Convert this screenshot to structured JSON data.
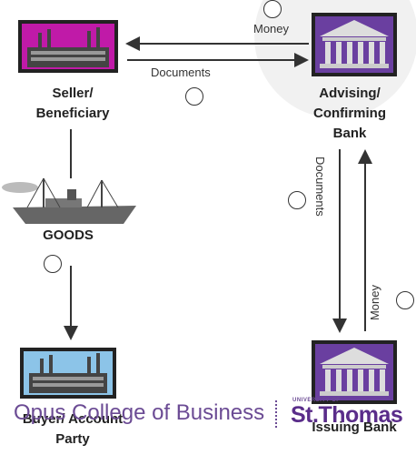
{
  "parties": {
    "seller": "Seller/\nBeneficiary",
    "advising_bank": "Advising/\nConfirming\nBank",
    "buyer": "Buyer/ Account\nParty",
    "issuing_bank": "Issuing Bank"
  },
  "goods_label": "GOODS",
  "flows": {
    "money_top": "Money",
    "documents_top": "Documents",
    "documents_right": "Documents",
    "money_right": "Money"
  },
  "footer": {
    "college": "Opus College of Business",
    "university_small": "UNIVERSITY OF",
    "university": "St.Thomas"
  },
  "colors": {
    "factory_bg_seller": "#c01aa8",
    "factory_bg_buyer": "#8cc4e8",
    "bank_bg": "#6a3fa0",
    "brand_purple": "#5a2d8a"
  }
}
